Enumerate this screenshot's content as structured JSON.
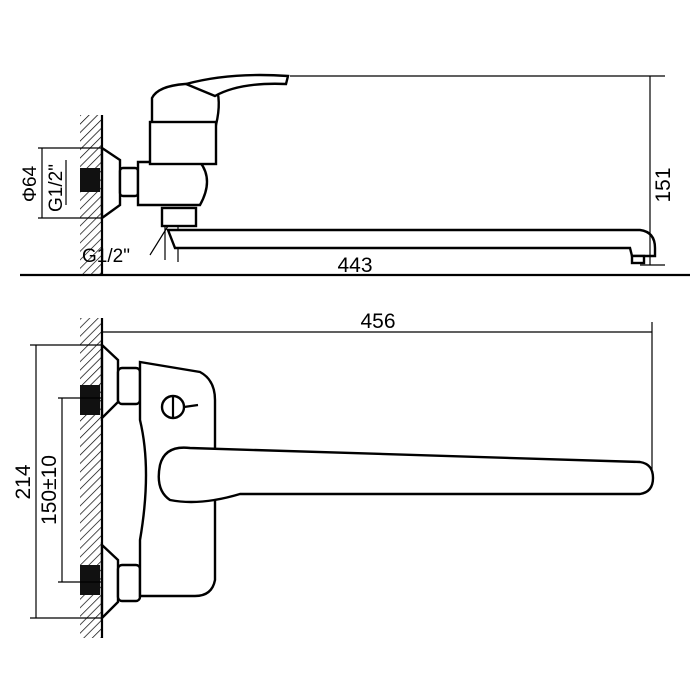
{
  "labels": {
    "diameter": "Φ64",
    "thread_side": "G1/2\"",
    "thread_bottom": "G1/2\"",
    "height": "151",
    "spout_length": "443",
    "overall_length": "456",
    "overall_width": "214",
    "centre_distance": "150±10"
  },
  "colors": {
    "line": "#000000",
    "background": "#ffffff"
  }
}
